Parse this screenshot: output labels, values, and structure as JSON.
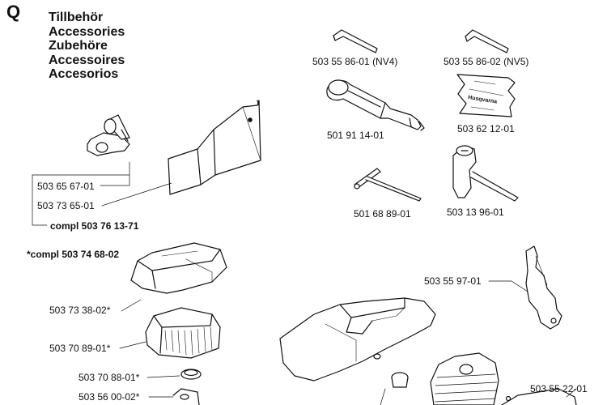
{
  "section_letter": "Q",
  "titles": [
    "Tillbehör",
    "Accessories",
    "Zubehöre",
    "Accessoires",
    "Accesorios"
  ],
  "labels": {
    "p_503658601": "503 55 86-01 (NV4)",
    "p_503558602": "503 55 86-02 (NV5)",
    "p_501911401": "501 91 14-01",
    "p_503621201": "503 62 12-01",
    "p_503656701": "503 65 67-01",
    "p_503736501": "503 73 65-01",
    "p_compl503761371": "compl 503 76 13-71",
    "p_501688901": "501 68 89-01",
    "p_503139601": "503 13 96-01",
    "p_compl503746802": "*compl 503 74 68-02",
    "p_503559701": "503 55 97-01",
    "p_503733802": "503 73 38-02*",
    "p_503708901": "503 70 89-01*",
    "p_503708801": "503 70 88-01*",
    "p_503560002": "503 56 00-02*",
    "p_503552201": "503 55 22-01"
  },
  "brand_text": "Husqvarna"
}
